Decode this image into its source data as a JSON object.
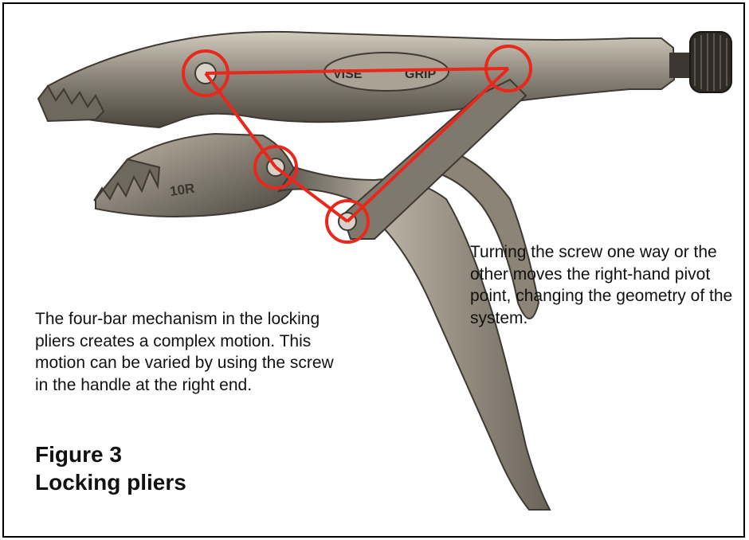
{
  "figure": {
    "number_label": "Figure 3",
    "title": "Locking pliers"
  },
  "captions": {
    "mechanism": "The four-bar mechanism in the locking pliers creates a complex motion. This motion can be varied by using the screw in the handle at the right end.",
    "screw": "Turning the screw one way or the other moves the right-hand pivot point, changing the geometry of the system."
  },
  "tool": {
    "brand_left": "VISE",
    "brand_right": "GRIP",
    "model": "10R"
  },
  "colors": {
    "linkage": "#e8281c",
    "metal": "#8a8276",
    "metal_dark": "#4e4840",
    "metal_light": "#bdb6a8",
    "knob": "#2e2a26"
  }
}
